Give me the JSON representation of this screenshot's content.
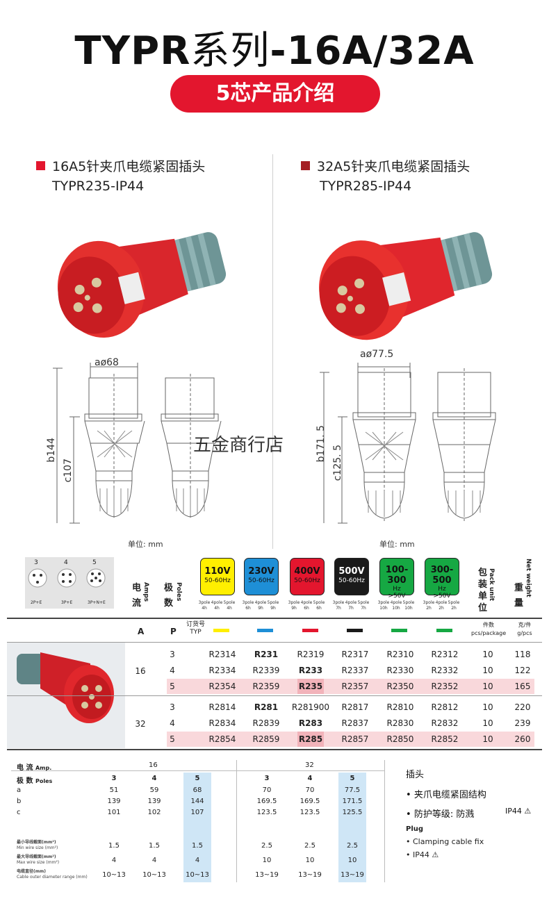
{
  "header": {
    "title_a": "TYPR",
    "title_b": "系列",
    "title_c": "-16A/32A",
    "pill": "5芯产品介绍"
  },
  "products": [
    {
      "name": "16A5针夹爪电缆紧固插头",
      "model": "TYPR235-IP44",
      "color": "#e3162e",
      "dim_a": "aø68",
      "dim_b": "b144",
      "dim_c": "c107",
      "unit": "单位:  mm"
    },
    {
      "name": "32A5针夹爪电缆紧固插头",
      "model": "TYPR285-IP44",
      "color": "#a41f24",
      "dim_a": "aø77.5",
      "dim_b": "b171. 5",
      "dim_c": "c125. 5",
      "unit": "单位:  mm"
    }
  ],
  "watermark": "五金商行店",
  "pins": {
    "counts": [
      "3",
      "4",
      "5"
    ],
    "labels": [
      "2P+E",
      "3P+E",
      "3P+N+E"
    ]
  },
  "table_header": {
    "amps_cn": "电\n流",
    "amps_en": "Amps",
    "poles_cn": "极\n数",
    "poles_en": "Poles",
    "pack_cn": "包\n装\n单\n位",
    "pack_en": "Pack unit",
    "weight_cn": "重\n量",
    "weight_en": "Net weight",
    "a_label": "A",
    "p_label": "P",
    "order_cn": "订货号",
    "order_en": "TYP",
    "pack_sub_cn": "件数",
    "pack_sub_en": "pcs/package",
    "weight_sub_cn": "克/件",
    "weight_sub_en": "g/pcs"
  },
  "voltages": [
    {
      "v": "110V",
      "f": "50-60Hz",
      "bg": "#ffef00",
      "dot": "#ffef00",
      "tc": "#111",
      "sub": [
        "3pole 4h",
        "4pole 4h",
        "5pole 4h"
      ]
    },
    {
      "v": "230V",
      "f": "50-60Hz",
      "bg": "#1e8fd6",
      "dot": "#1e8fd6",
      "tc": "#111",
      "sub": [
        "3pole 6h",
        "4pole 9h",
        "5pole 9h"
      ]
    },
    {
      "v": "400V",
      "f": "50-60Hz",
      "bg": "#e3162e",
      "dot": "#e3162e",
      "tc": "#111",
      "sub": [
        "3pole 9h",
        "4pole 6h",
        "5pole 6h"
      ]
    },
    {
      "v": "500V",
      "f": "50-60Hz",
      "bg": "#1a1a1a",
      "dot": "#1a1a1a",
      "tc": "#fff",
      "sub": [
        "3pole 7h",
        "4pole 7h",
        "5pole 7h"
      ]
    },
    {
      "v": "100-300",
      "f": "Hz\n>50V",
      "bg": "#16a843",
      "dot": "#16a843",
      "tc": "#111",
      "sub": [
        "3pole 10h",
        "4pole 10h",
        "5pole 10h"
      ]
    },
    {
      "v": "300-500",
      "f": "Hz\n>50V",
      "bg": "#16a843",
      "dot": "#16a843",
      "tc": "#111",
      "sub": [
        "3pole 2h",
        "4pole 2h",
        "5pole 2h"
      ]
    }
  ],
  "rows": [
    {
      "amp": "16",
      "pole": "3",
      "codes": [
        "R2314",
        "R231",
        "R2319",
        "R2317",
        "R2310",
        "R2312"
      ],
      "bold": 1,
      "pack": "10",
      "weight": "118"
    },
    {
      "amp": "",
      "pole": "4",
      "codes": [
        "R2334",
        "R2339",
        "R233",
        "R2337",
        "R2330",
        "R2332"
      ],
      "bold": 2,
      "pack": "10",
      "weight": "122"
    },
    {
      "amp": "",
      "pole": "5",
      "codes": [
        "R2354",
        "R2359",
        "R235",
        "R2357",
        "R2350",
        "R2352"
      ],
      "bold": 2,
      "pack": "10",
      "weight": "165",
      "hl": true
    },
    {
      "amp": "32",
      "pole": "3",
      "codes": [
        "R2814",
        "R281",
        "R281900",
        "R2817",
        "R2810",
        "R2812"
      ],
      "bold": 1,
      "pack": "10",
      "weight": "220"
    },
    {
      "amp": "",
      "pole": "4",
      "codes": [
        "R2834",
        "R2839",
        "R283",
        "R2837",
        "R2830",
        "R2832"
      ],
      "bold": 2,
      "pack": "10",
      "weight": "239"
    },
    {
      "amp": "",
      "pole": "5",
      "codes": [
        "R2854",
        "R2859",
        "R285",
        "R2857",
        "R2850",
        "R2852"
      ],
      "bold": 2,
      "pack": "10",
      "weight": "260",
      "hl": true
    }
  ],
  "specs": {
    "amp_label": "电 流",
    "amp_en": "Amp.",
    "pole_label": "极 数",
    "pole_en": "Poles",
    "amp_16": "16",
    "amp_32": "32",
    "poles": [
      "3",
      "4",
      "5",
      "3",
      "4",
      "5"
    ],
    "rows": [
      {
        "label": "a",
        "vals": [
          "51",
          "59",
          "68",
          "70",
          "70",
          "77.5"
        ]
      },
      {
        "label": "b",
        "vals": [
          "139",
          "139",
          "144",
          "169.5",
          "169.5",
          "171.5"
        ]
      },
      {
        "label": "c",
        "vals": [
          "101",
          "102",
          "107",
          "123.5",
          "123.5",
          "125.5"
        ]
      }
    ],
    "wire_rows": [
      {
        "cn": "最小导线截面(mm²)",
        "en": "Min wire size (mm²)",
        "vals": [
          "1.5",
          "1.5",
          "1.5",
          "2.5",
          "2.5",
          "2.5"
        ]
      },
      {
        "cn": "最大导线截面(mm²)",
        "en": "Max wire size (mm²)",
        "vals": [
          "4",
          "4",
          "4",
          "10",
          "10",
          "10"
        ]
      },
      {
        "cn": "电缆直径(mm)",
        "en": "Cable outer diameter range (mm)",
        "vals": [
          "10~13",
          "10~13",
          "10~13",
          "13~19",
          "13~19",
          "13~19"
        ]
      }
    ]
  },
  "plug_info": {
    "title_cn": "插头",
    "items_cn": [
      "夹爪电缆紧固结构",
      "防护等级:  防溅"
    ],
    "ip_cn": "IP44",
    "title_en": "Plug",
    "items_en": [
      "Clamping cable fix",
      "IP44"
    ]
  }
}
